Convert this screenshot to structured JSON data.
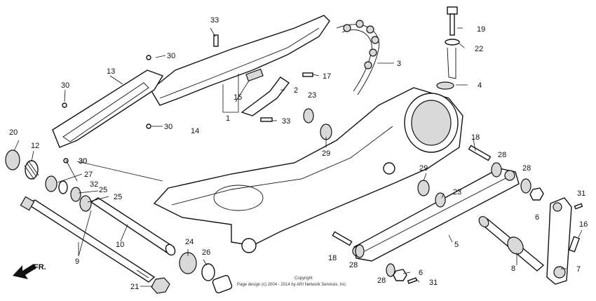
{
  "diagram": {
    "front_indicator": "FR.",
    "copyright_line1": "Copyright",
    "copyright_line2": "Page design (c) 2004 - 2014 by ARI Network Services, Inc.",
    "callouts": [
      "33",
      "19",
      "22",
      "3",
      "30",
      "17",
      "2",
      "4",
      "13",
      "30",
      "15",
      "23",
      "1",
      "33",
      "30",
      "30",
      "14",
      "29",
      "20",
      "12",
      "30",
      "18",
      "27",
      "28",
      "32",
      "29",
      "28",
      "25",
      "25",
      "23",
      "31",
      "6",
      "10",
      "16",
      "9",
      "24",
      "26",
      "18",
      "5",
      "28",
      "7",
      "6",
      "8",
      "28",
      "21",
      "31"
    ]
  }
}
